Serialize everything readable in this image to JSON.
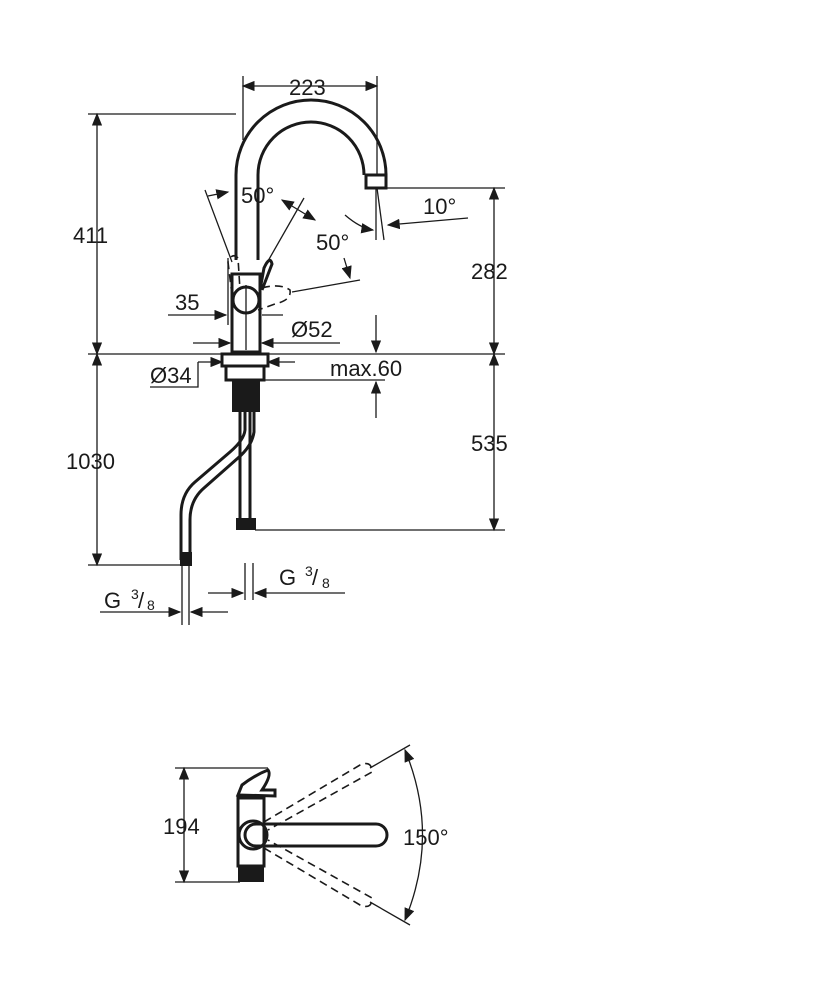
{
  "drawing": {
    "side_view": {
      "width_spout": "223",
      "height_total": "411",
      "spout_height": "282",
      "spout_angle": "10°",
      "lever_angle_left": "50°",
      "lever_angle_right": "50°",
      "dim_35": "35",
      "diameter_body": "Ø52",
      "diameter_hole": "Ø34",
      "max_thickness": "max.60",
      "hose_length": "1030",
      "pipe_length": "535",
      "connection_left": {
        "letter": "G",
        "num": "3",
        "den": "8"
      },
      "connection_right": {
        "letter": "G",
        "num": "3",
        "den": "8"
      }
    },
    "top_view": {
      "height": "194",
      "swivel_angle": "150°"
    }
  },
  "colors": {
    "ink": "#1a1a1a",
    "background": "#ffffff"
  }
}
